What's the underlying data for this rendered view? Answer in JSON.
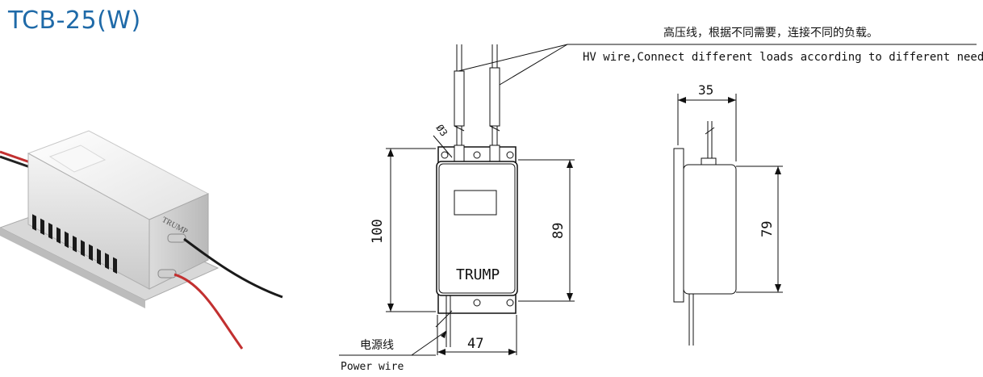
{
  "title": "TCB-25(W)",
  "product_photo": {
    "brand_label": "TRUMP"
  },
  "drawing": {
    "hv_note_cn": "高压线，根据不同需要，连接不同的负载。",
    "hv_note_en": "HV wire,Connect different loads according to different needs",
    "power_wire_cn": "电源线",
    "power_wire_en": "Power wire",
    "front_label": "TRUMP",
    "dim_hole": "Ø3",
    "dim_total_height": "100",
    "dim_body_height": "89",
    "dim_width": "47",
    "dim_depth": "35",
    "dim_side_height": "79"
  }
}
